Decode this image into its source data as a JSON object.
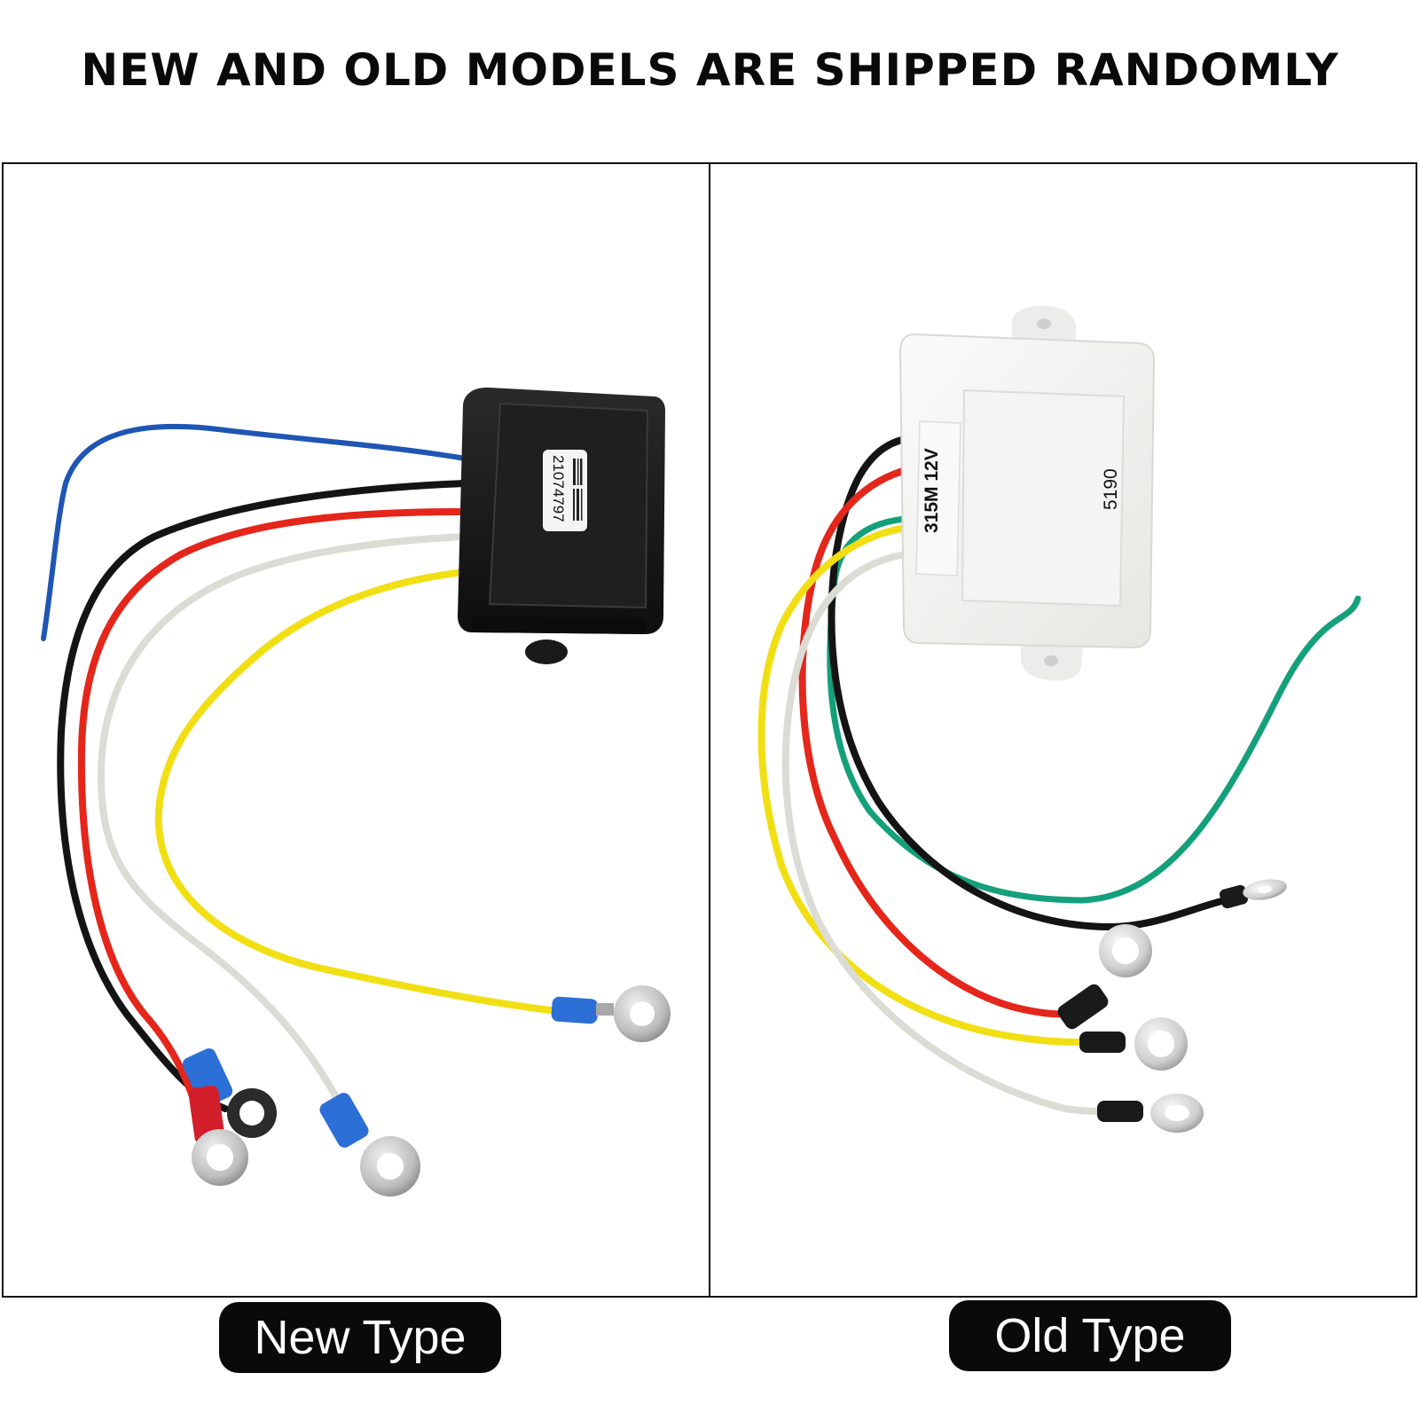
{
  "header": {
    "title": "NEW AND OLD MODELS ARE SHIPPED RANDOMLY"
  },
  "new_type": {
    "caption": "New Type",
    "label_number": "21074797",
    "body_color": "#1b1b1b",
    "wire_colors": [
      "#1f56b3",
      "#141414",
      "#e4261b",
      "#dcdcd6",
      "#f1df14"
    ]
  },
  "old_type": {
    "caption": "Old Type",
    "label_model": "315M 12V",
    "label_code": "5190",
    "body_color": "#f6f6f4",
    "wire_colors": [
      "#141414",
      "#e4261b",
      "#14a07a",
      "#f1df14",
      "#dcdcd6"
    ]
  }
}
